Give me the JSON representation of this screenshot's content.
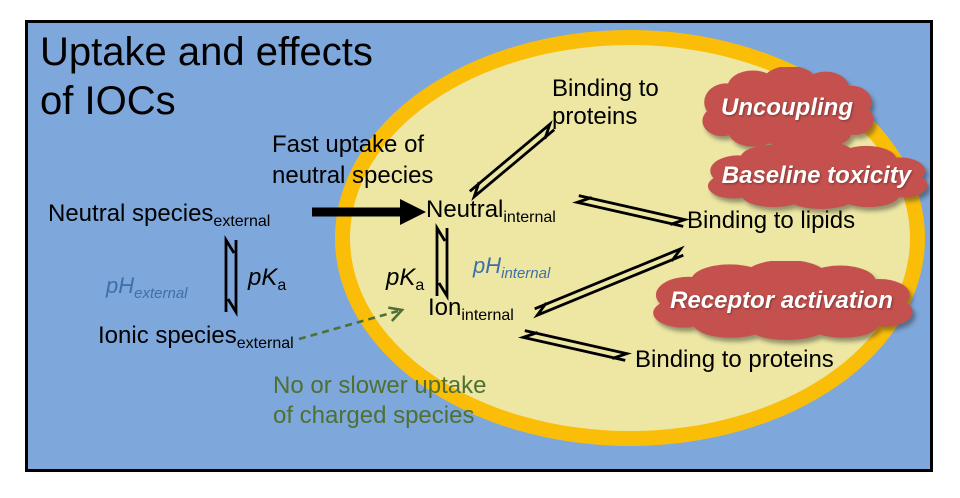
{
  "figure": {
    "title_line1": "Uptake and effects",
    "title_line2": "of IOCs"
  },
  "external": {
    "neutral_species_main": "Neutral species",
    "neutral_species_sub": "external",
    "ionic_species_main": "Ionic species",
    "ionic_species_sub": "external",
    "ph_main": "pH",
    "ph_sub": "external",
    "pka_main": "pK",
    "pka_sub": "a",
    "fast_uptake_line1": "Fast uptake of",
    "fast_uptake_line2": "neutral species",
    "slow_uptake_line1": "No or slower uptake",
    "slow_uptake_line2": "of charged species"
  },
  "internal": {
    "neutral_main": "Neutral",
    "neutral_sub": "internal",
    "ion_main": "Ion",
    "ion_sub": "internal",
    "ph_main": "pH",
    "ph_sub": "internal",
    "pka_main": "pK",
    "pka_sub": "a",
    "binding_proteins_top_line1": "Binding to",
    "binding_proteins_top_line2": "proteins",
    "binding_lipids": "Binding to lipids",
    "binding_proteins_bottom": "Binding to proteins"
  },
  "effects": [
    {
      "label": "Uncoupling"
    },
    {
      "label": "Baseline toxicity"
    },
    {
      "label": "Receptor activation"
    }
  ],
  "colors": {
    "background_blue": "#7EA7DB",
    "cell_fill": "#EDE7A3",
    "cell_ring_orange": "#FBBE08",
    "effect_cloud_red": "#C4514E",
    "effect_text": "#FFFFFF",
    "ph_text_blue": "#3E6FA9",
    "uptake_text_green": "#4F7032",
    "diagram_text": "#000000",
    "frame_border": "#000000"
  }
}
